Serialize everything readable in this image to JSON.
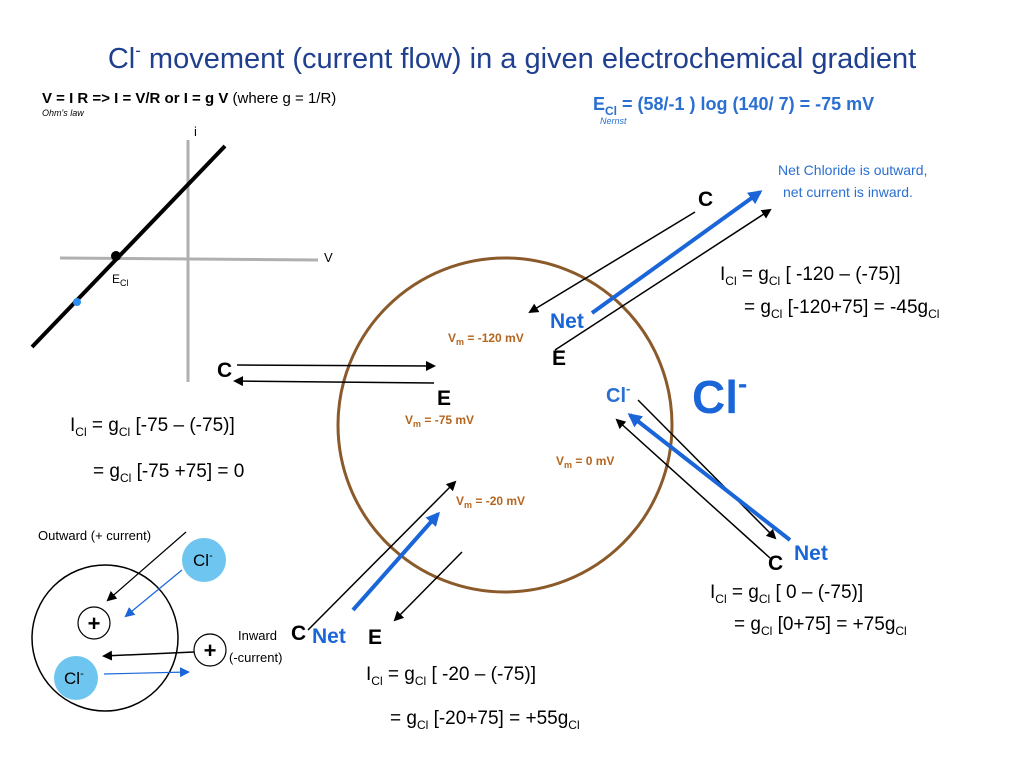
{
  "title": {
    "main": "Cl",
    "sup": "-",
    "rest": " movement (current flow) in a given electrochemical gradient"
  },
  "ohm": {
    "bold": "V = I R => I = V/R or I = g V",
    "normal": " (where g = 1/R)",
    "caption": "Ohm's law"
  },
  "nernst": {
    "prefix": "E",
    "sub": "Cl",
    "rest": " = (58/-1 ) log (140/ 7) = -75 mV",
    "caption": "Nernst"
  },
  "iv_plot": {
    "y_axis_label": "i",
    "x_axis_label": "V",
    "reversal_label_main": "E",
    "reversal_label_sub": "Cl"
  },
  "note": {
    "line1": "Net Chloride is outward,",
    "line2": "net current is inward."
  },
  "labels": {
    "c": "C",
    "e": "E",
    "net": "Net",
    "cl_ion_main": "Cl",
    "cl_ion_sup": "-",
    "vm_prefix": "V",
    "vm_sub": "m",
    "plus": "+",
    "outward": "Outward (+ current)",
    "inward_line1": "Inward",
    "inward_line2": "(-current)"
  },
  "membrane_potentials": {
    "vm_120": " = -120 mV",
    "vm_75": " = -75 mV",
    "vm_0": " = 0 mV",
    "vm_20": " = -20 mV"
  },
  "equations": {
    "i_prefix": "I",
    "g_prefix": "= g",
    "sub_cl": "Cl",
    "eq_120_l1": " = g",
    "eq_120_l1b": " [ -120 – (-75)]",
    "eq_120_l2": " [-120+75] = -45g",
    "eq_75_l1": " = g",
    "eq_75_l1b": " [-75 – (-75)]",
    "eq_75_l2": " [-75 +75] = 0",
    "eq_0_l1": " = g",
    "eq_0_l1b": " [ 0 – (-75)]",
    "eq_0_l2": " [0+75] = +75g",
    "eq_20_l1": " = g",
    "eq_20_l1b": " [ -20 – (-75)]",
    "eq_20_l2": " [-20+75] = +55g"
  },
  "colors": {
    "title": "#1f3f8f",
    "blue": "#1a66d9",
    "light_blue": "#2a6fd1",
    "membrane": "#8b5a2b",
    "vm_text": "#b5651d",
    "ion_fill": "#6ec6f0"
  }
}
